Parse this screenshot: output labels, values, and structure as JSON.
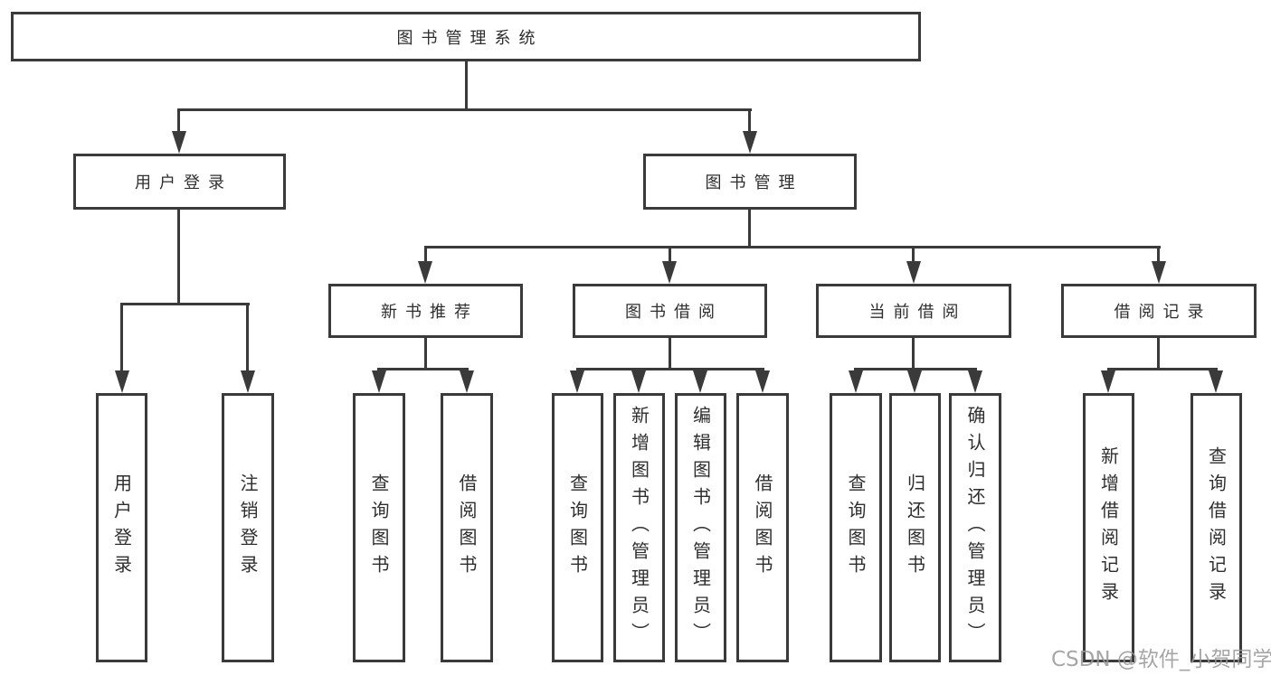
{
  "structure": {
    "label": "图书管理系统",
    "children": [
      {
        "label": "用户登录",
        "children": [
          "用户登录",
          "注销登录"
        ]
      },
      {
        "label": "图书管理",
        "children": [
          {
            "label": "新书推荐",
            "children": [
              "查询图书",
              "借阅图书"
            ]
          },
          {
            "label": "图书借阅",
            "children": [
              "查询图书",
              "新增图书（管理员）",
              "编辑图书（管理员）",
              "借阅图书"
            ]
          },
          {
            "label": "当前借阅",
            "children": [
              "查询图书",
              "归还图书",
              "确认归还（管理员）"
            ]
          },
          {
            "label": "借阅记录",
            "children": [
              "新增借阅记录",
              "查询借阅记录"
            ]
          }
        ]
      }
    ]
  },
  "watermark": {
    "text": "CSDN @软件_小贺同学",
    "color": "#979797"
  },
  "colors": {
    "line": "#3a3a3a",
    "box_border": "#3a3a3a",
    "text": "#2e2e2e",
    "background": "#ffffff"
  }
}
